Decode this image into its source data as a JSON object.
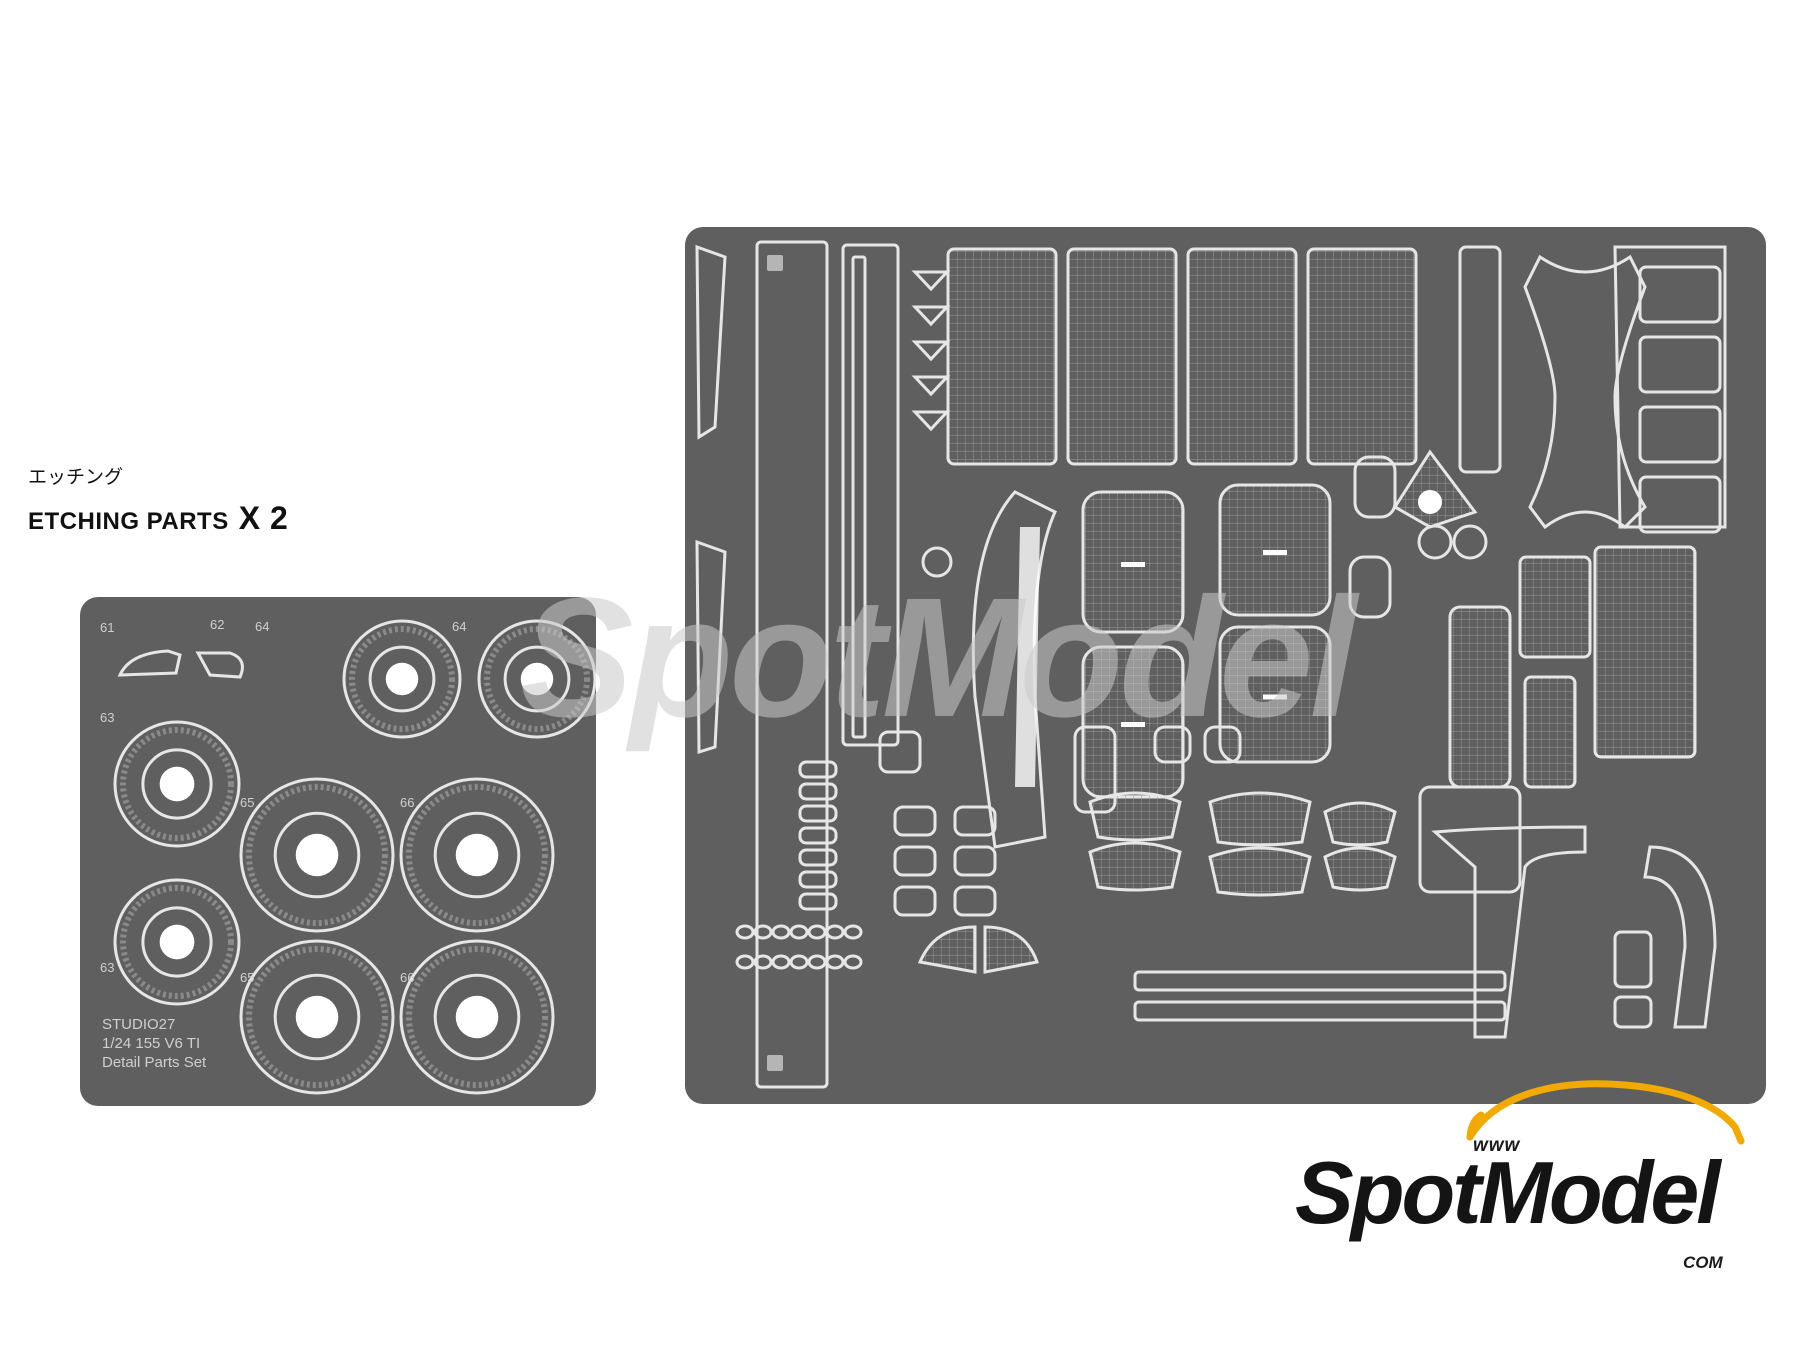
{
  "caption": {
    "japanese": "エッチング",
    "english": "ETCHING PARTS",
    "multiplier": "X 2"
  },
  "small_fret": {
    "part_numbers": [
      "61",
      "62",
      "64",
      "64",
      "63",
      "65",
      "66",
      "63",
      "65",
      "66"
    ],
    "text_lines": [
      "STUDIO27",
      "1/24 155 V6 TI",
      "Detail Parts Set"
    ]
  },
  "watermark": {
    "brand": "SpotModel",
    "www": "www",
    "com": "COM",
    "accent_color": "#f2a900"
  },
  "colors": {
    "fret_fill": "#5f5f5f",
    "etch_line": "#e6e6e6"
  }
}
